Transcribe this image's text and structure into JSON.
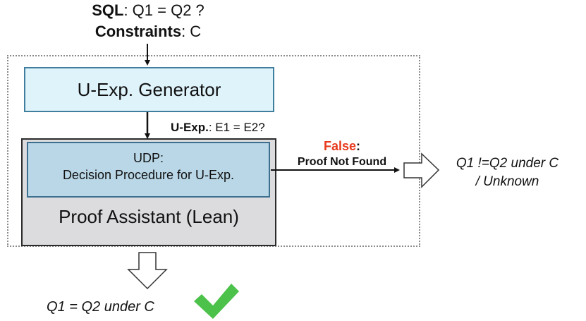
{
  "input": {
    "sql_key": "SQL",
    "sql_value": ": Q1 = Q2 ?",
    "constraints_key": "Constraints",
    "constraints_value": ": C"
  },
  "generator": {
    "label": "U-Exp. Generator"
  },
  "uexp": {
    "key": "U-Exp.",
    "value": ": E1 = E2?"
  },
  "udp": {
    "line1": "UDP:",
    "line2": "Decision Procedure for U-Exp."
  },
  "proof_assistant": {
    "label": "Proof Assistant (Lean)"
  },
  "false_branch": {
    "word": "False",
    "colon": ":",
    "detail": "Proof Not Found"
  },
  "outcome_right": {
    "line1": "Q1 !=Q2 under C",
    "line2": "/ Unknown"
  },
  "outcome_bottom": {
    "label": "Q1 = Q2 under C"
  },
  "colors": {
    "generator_fill": "#dff3fb",
    "udp_fill": "#b9d7e6",
    "lean_fill": "#dcdcdf",
    "false_red": "#e8391c",
    "check_green": "#4cc24a"
  },
  "icons": {
    "success": "check-mark-icon"
  }
}
